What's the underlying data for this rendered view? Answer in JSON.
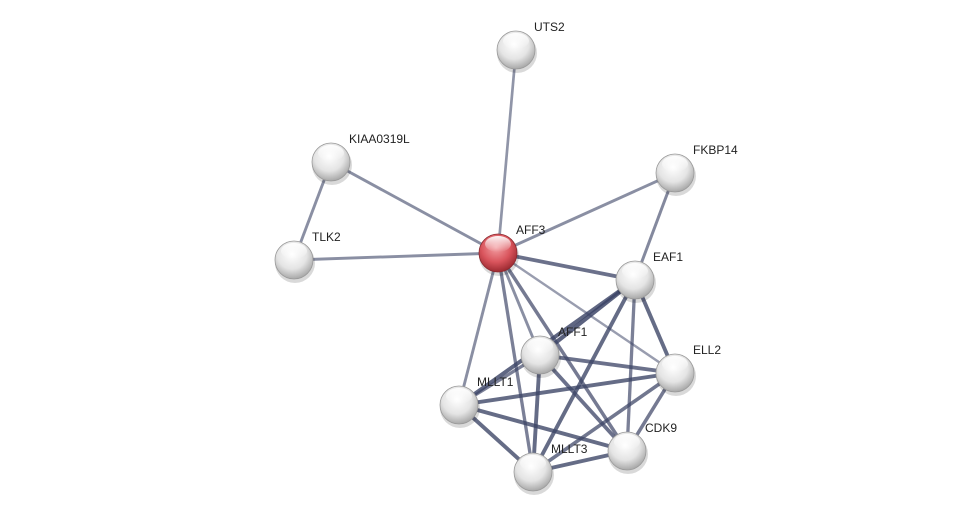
{
  "network": {
    "query_color": "#d9545c",
    "node_color": "#e6e6e6",
    "edge_color": "#3c4466",
    "nodes": [
      {
        "id": "AFF3",
        "label": "AFF3",
        "query": true
      },
      {
        "id": "UTS2",
        "label": "UTS2"
      },
      {
        "id": "KIAA0319L",
        "label": "KIAA0319L"
      },
      {
        "id": "FKBP14",
        "label": "FKBP14"
      },
      {
        "id": "TLK2",
        "label": "TLK2"
      },
      {
        "id": "EAF1",
        "label": "EAF1"
      },
      {
        "id": "AFF1",
        "label": "AFF1"
      },
      {
        "id": "ELL2",
        "label": "ELL2"
      },
      {
        "id": "MLLT1",
        "label": "MLLT1"
      },
      {
        "id": "CDK9",
        "label": "CDK9"
      },
      {
        "id": "MLLT3",
        "label": "MLLT3"
      }
    ],
    "edges": [
      [
        "AFF3",
        "UTS2",
        0.4
      ],
      [
        "AFF3",
        "KIAA0319L",
        0.45
      ],
      [
        "KIAA0319L",
        "TLK2",
        0.45
      ],
      [
        "TLK2",
        "AFF3",
        0.45
      ],
      [
        "AFF3",
        "FKBP14",
        0.45
      ],
      [
        "FKBP14",
        "EAF1",
        0.5
      ],
      [
        "AFF3",
        "EAF1",
        0.75
      ],
      [
        "AFF3",
        "AFF1",
        0.45
      ],
      [
        "AFF3",
        "ELL2",
        0.3
      ],
      [
        "AFF3",
        "MLLT1",
        0.45
      ],
      [
        "AFF3",
        "MLLT3",
        0.6
      ],
      [
        "AFF3",
        "CDK9",
        0.65
      ],
      [
        "EAF1",
        "AFF1",
        0.9
      ],
      [
        "EAF1",
        "MLLT1",
        0.85
      ],
      [
        "EAF1",
        "ELL2",
        0.8
      ],
      [
        "EAF1",
        "MLLT3",
        0.8
      ],
      [
        "EAF1",
        "CDK9",
        0.6
      ],
      [
        "AFF1",
        "ELL2",
        0.75
      ],
      [
        "AFF1",
        "CDK9",
        0.75
      ],
      [
        "AFF1",
        "MLLT3",
        0.8
      ],
      [
        "AFF1",
        "MLLT1",
        0.6
      ],
      [
        "MLLT1",
        "ELL2",
        0.8
      ],
      [
        "MLLT1",
        "CDK9",
        0.8
      ],
      [
        "MLLT1",
        "MLLT3",
        0.8
      ],
      [
        "MLLT3",
        "ELL2",
        0.7
      ],
      [
        "MLLT3",
        "CDK9",
        0.8
      ],
      [
        "ELL2",
        "CDK9",
        0.65
      ]
    ]
  }
}
